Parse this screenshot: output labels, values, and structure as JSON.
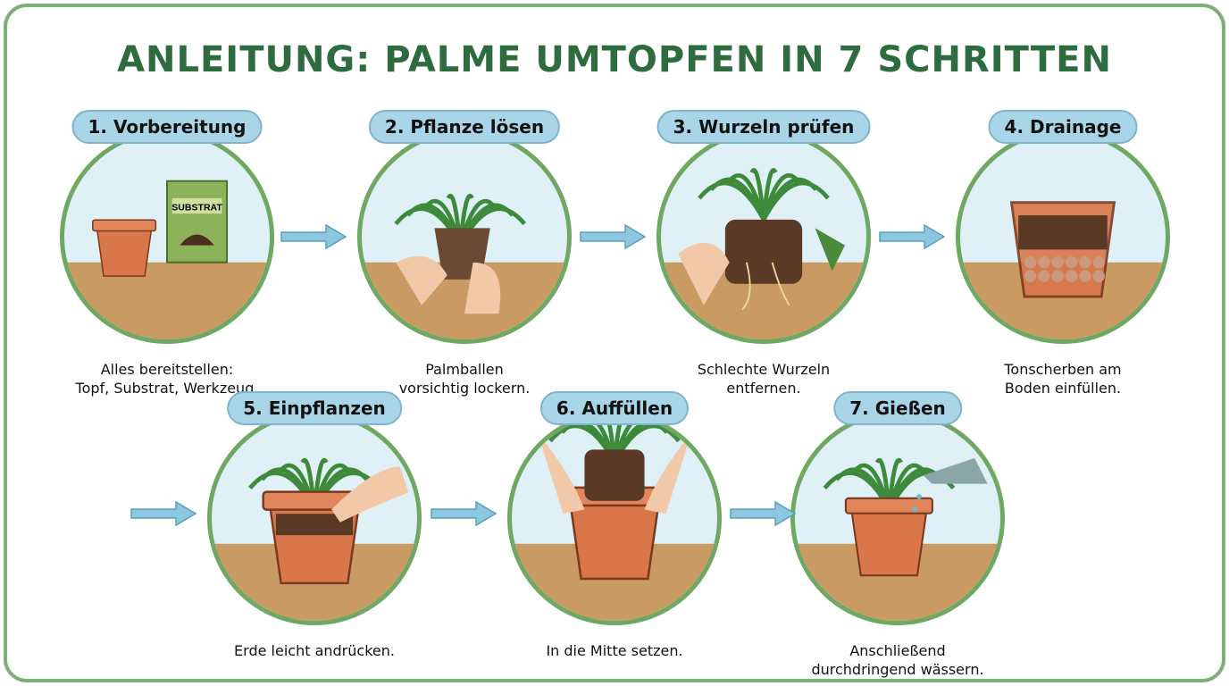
{
  "title": "ANLEITUNG: PALME UMTOPFEN IN 7 SCHRITTEN",
  "colors": {
    "title": "#2e6b3f",
    "border": "#6fa862",
    "label_bg": "#a9d5e8",
    "arrow": "#8cc6df",
    "pot": "#d9764a",
    "table": "#c99a62"
  },
  "steps": [
    {
      "label": "1. Vorbereitung",
      "caption": [
        "Alles bereitstellen:",
        "Topf, Substrat, Werkzeug."
      ],
      "bag_text": "SUBSTRAT"
    },
    {
      "label": "2. Pflanze lösen",
      "caption": [
        "Palmballen",
        "vorsichtig lockern."
      ]
    },
    {
      "label": "3. Wurzeln prüfen",
      "caption": [
        "Schlechte Wurzeln",
        "entfernen."
      ]
    },
    {
      "label": "4. Drainage",
      "caption": [
        "Tonscherben am",
        "Boden einfüllen."
      ]
    },
    {
      "label": "5. Einpflanzen",
      "caption": [
        "Erde leicht andrücken.",
        ""
      ]
    },
    {
      "label": "6. Auffüllen",
      "caption": [
        "In die Mitte setzen.",
        ""
      ]
    },
    {
      "label": "7. Gießen",
      "caption": [
        "Anschließend",
        "durchdringend wässern."
      ]
    }
  ]
}
